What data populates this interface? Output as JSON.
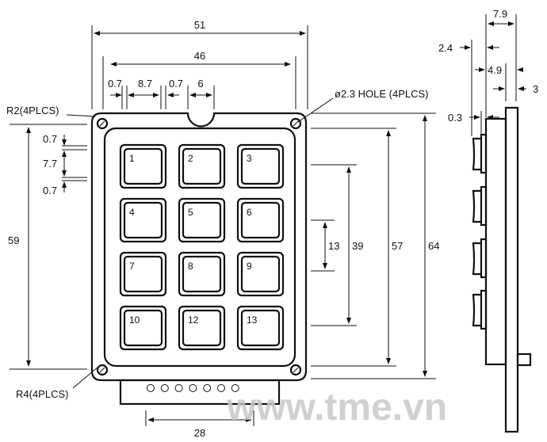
{
  "dimensions": {
    "width_overall": "51",
    "width_holes": "46",
    "d07a": "0.7",
    "d87": "8.7",
    "d07b": "0.7",
    "d6": "6",
    "r2": "R2(4PLCS)",
    "hole": "ø2.3 HOLE (4PLCS)",
    "v07a": "0.7",
    "v77": "7.7",
    "v07b": "0.7",
    "h59": "59",
    "r4": "R4(4PLCS)",
    "h13": "13",
    "h39": "39",
    "h57": "57",
    "h64": "64",
    "w28": "28"
  },
  "side": {
    "d79": "7.9",
    "d24": "2.4",
    "d49": "4.9",
    "d3": "3",
    "d03": "0.3"
  },
  "keys": [
    "1",
    "2",
    "3",
    "4",
    "5",
    "6",
    "7",
    "8",
    "9",
    "10",
    "12",
    "13"
  ],
  "watermark": "www.tme.vn"
}
